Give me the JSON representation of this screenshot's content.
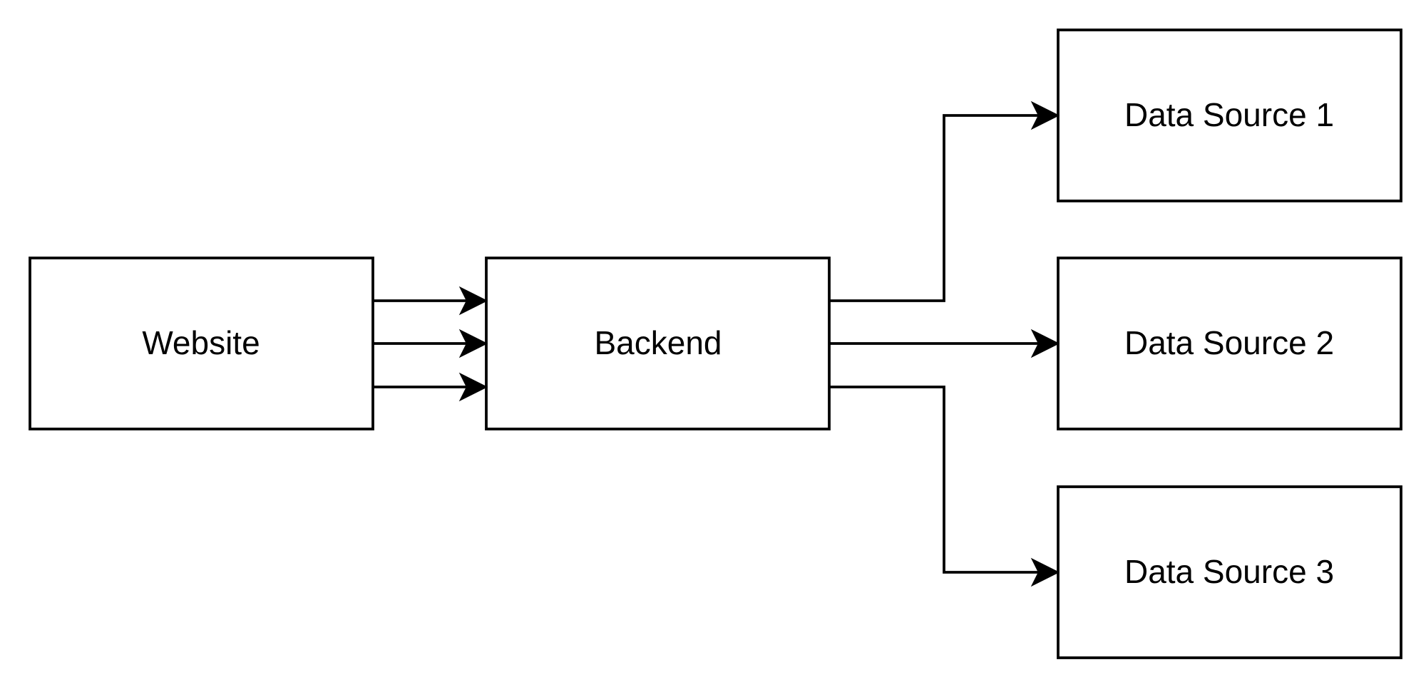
{
  "diagram": {
    "nodes": {
      "website": {
        "label": "Website"
      },
      "backend": {
        "label": "Backend"
      },
      "source1": {
        "label": "Data Source 1"
      },
      "source2": {
        "label": "Data Source 2"
      },
      "source3": {
        "label": "Data Source 3"
      }
    },
    "edges": [
      {
        "from": "Website",
        "to": "Backend"
      },
      {
        "from": "Website",
        "to": "Backend"
      },
      {
        "from": "Website",
        "to": "Backend"
      },
      {
        "from": "Backend",
        "to": "Data Source 1"
      },
      {
        "from": "Backend",
        "to": "Data Source 2"
      },
      {
        "from": "Backend",
        "to": "Data Source 3"
      }
    ],
    "colors": {
      "stroke": "#000000",
      "fill": "#ffffff",
      "background": "#ffffff"
    }
  }
}
